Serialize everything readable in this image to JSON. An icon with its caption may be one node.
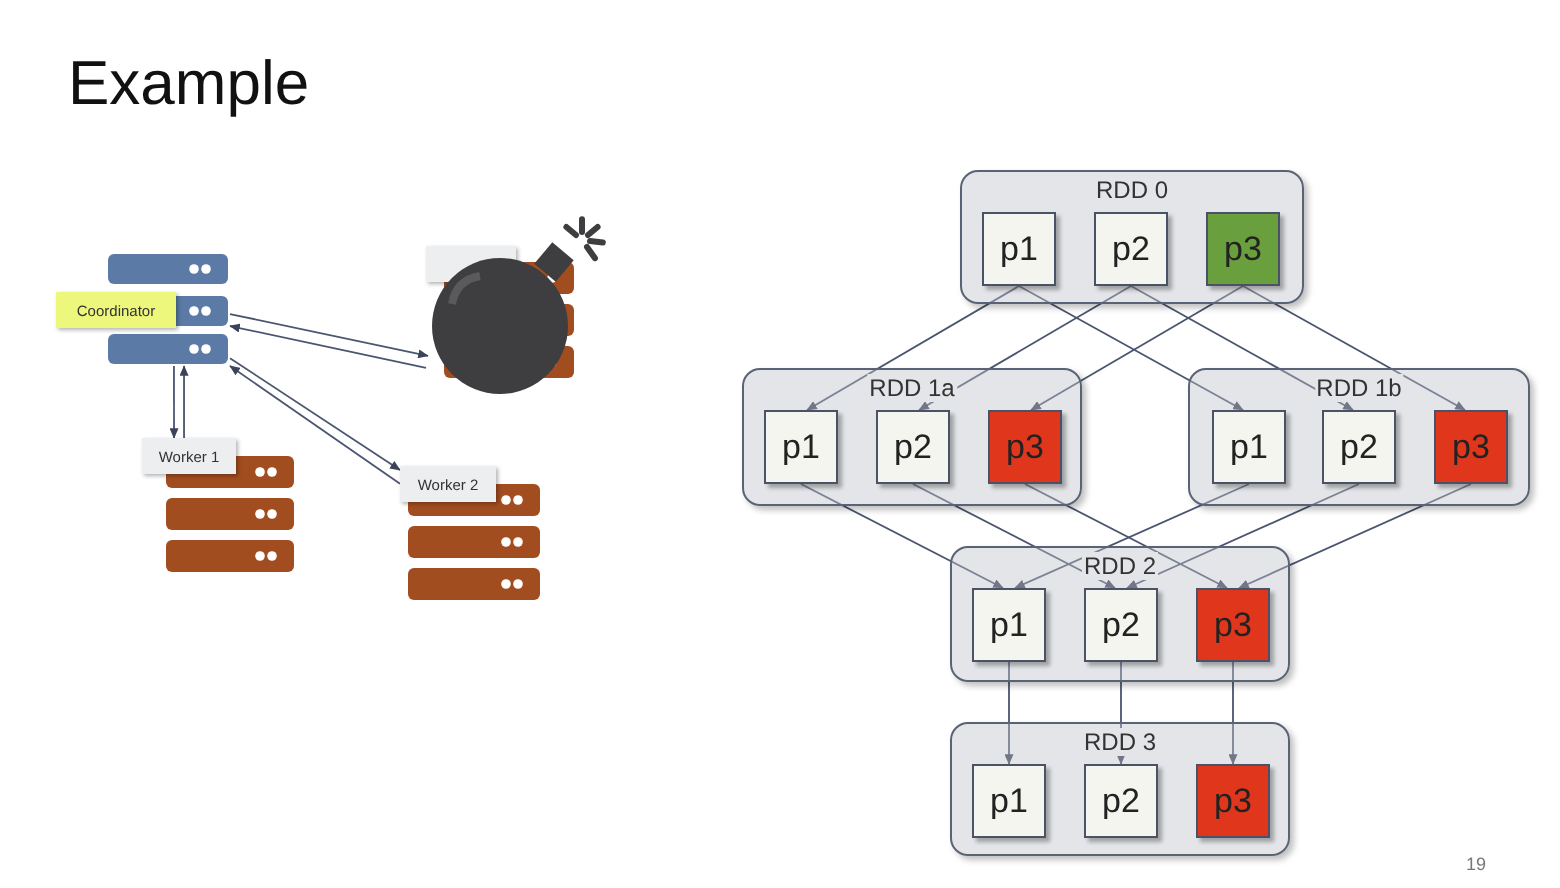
{
  "diagram": {
    "title": "Example",
    "nodes": [
      {
        "text": [
          "Coordinator"
        ]
      },
      {
        "text": [
          "Worker 1"
        ]
      },
      {
        "text": [
          "Worker 2"
        ]
      },
      {
        "text": [],
        "shape": "picture"
      },
      {
        "text": [
          "RDD 0"
        ]
      },
      {
        "text": [
          "p1"
        ],
        "in": 4
      },
      {
        "text": [
          "p2"
        ],
        "in": 4
      },
      {
        "text": [
          "p3"
        ],
        "in": 4
      },
      {
        "text": [
          "RDD 1a"
        ]
      },
      {
        "text": [
          "p1"
        ],
        "in": 8
      },
      {
        "text": [
          "p2"
        ],
        "in": 8
      },
      {
        "text": [
          "p3"
        ],
        "in": 8
      },
      {
        "text": [
          "RDD 1b"
        ]
      },
      {
        "text": [
          "p1"
        ],
        "in": 12
      },
      {
        "text": [
          "p2"
        ],
        "in": 12
      },
      {
        "text": [
          "p3"
        ],
        "in": 12
      },
      {
        "text": [
          "RDD 2"
        ]
      },
      {
        "text": [
          "p1"
        ],
        "in": 16
      },
      {
        "text": [
          "p2"
        ],
        "in": 16
      },
      {
        "text": [
          "p3"
        ],
        "in": 16
      },
      {
        "text": [
          "RDD 3"
        ]
      },
      {
        "text": [
          "p1"
        ],
        "in": 20
      },
      {
        "text": [
          "p2"
        ],
        "in": 20
      },
      {
        "text": [
          "p3"
        ],
        "in": 20
      }
    ],
    "edges": [
      {
        "from": 0,
        "to": 1,
        "arrow": "to"
      },
      {
        "from": 1,
        "to": 0,
        "arrow": "to"
      },
      {
        "from": 0,
        "to": 2,
        "arrow": "to"
      },
      {
        "from": 2,
        "to": 0,
        "arrow": "to"
      },
      {
        "from": 0,
        "to": 3,
        "arrow": "to"
      },
      {
        "from": 3,
        "to": 0,
        "arrow": "to"
      },
      {
        "from": 5,
        "to": 9,
        "arrow": "to"
      },
      {
        "from": 5,
        "to": 13,
        "arrow": "to"
      },
      {
        "from": 6,
        "to": 10,
        "arrow": "to"
      },
      {
        "from": 6,
        "to": 14,
        "arrow": "to"
      },
      {
        "from": 7,
        "to": 11,
        "arrow": "to"
      },
      {
        "from": 7,
        "to": 15,
        "arrow": "to"
      },
      {
        "from": 9,
        "to": 17,
        "arrow": "to"
      },
      {
        "from": 10,
        "to": 18,
        "arrow": "to"
      },
      {
        "from": 11,
        "to": 19,
        "arrow": "to"
      },
      {
        "from": 13,
        "to": 17,
        "arrow": "to"
      },
      {
        "from": 14,
        "to": 18,
        "arrow": "to"
      },
      {
        "from": 15,
        "to": 19,
        "arrow": "to"
      },
      {
        "from": 17,
        "to": 21,
        "arrow": "to"
      },
      {
        "from": 18,
        "to": 22,
        "arrow": "to"
      },
      {
        "from": 19,
        "to": 23,
        "arrow": "to"
      }
    ],
    "labels": [
      "19"
    ]
  }
}
